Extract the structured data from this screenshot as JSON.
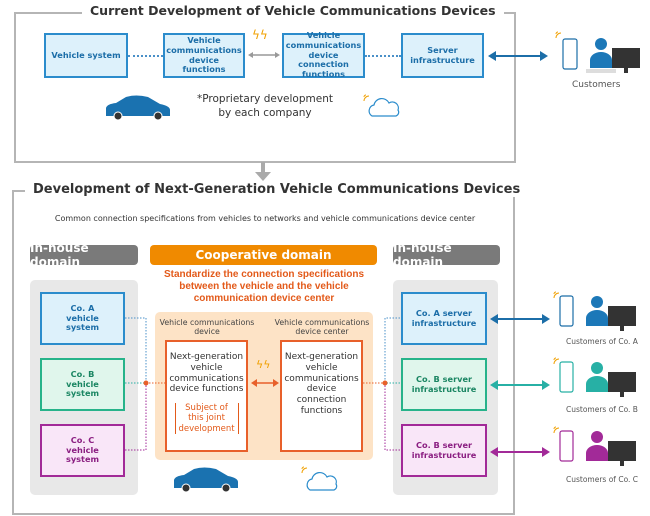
{
  "current": {
    "title": "Current Development of Vehicle Communications Devices",
    "boxes": [
      "Vehicle system",
      "Vehicle communications device functions",
      "Vehicle communications device connection functions",
      "Server infrastructure"
    ],
    "note_line1": "*Proprietary development",
    "note_line2": "by each company",
    "customers": "Customers"
  },
  "next": {
    "title": "Development of Next-Generation Vehicle Communications Devices",
    "subtitle": "Common connection specifications from vehicles to networks and vehicle communications device center",
    "inhouse_left": "In-house domain",
    "cooperative": "Cooperative domain",
    "inhouse_right": "In-house domain",
    "standardize": "Standardize the connection specifications between the vehicle and the vehicle communication device center",
    "device_label": "Vehicle communications device",
    "center_label": "Vehicle communications device center",
    "device_box": "Next-generation vehicle communications device functions",
    "subject": "Subject of this joint development",
    "center_box": "Next-generation vehicle communications device connection functions",
    "vehicles": [
      "Co. A vehicle system",
      "Co. B vehicle system",
      "Co. C vehicle system"
    ],
    "servers": [
      "Co. A server infrastructure",
      "Co. B server infrastructure",
      "Co. B server infrastructure"
    ],
    "customers": [
      "Customers of Co. A",
      "Customers of Co. B",
      "Customers of Co. C"
    ]
  },
  "colors": {
    "blue": "#1c6ea8",
    "green": "#27b38a",
    "teal": "#27b0a5",
    "purple": "#a22a98",
    "orange": "#f08a00",
    "red": "#e35a1a",
    "gray": "#7a7a7a"
  }
}
